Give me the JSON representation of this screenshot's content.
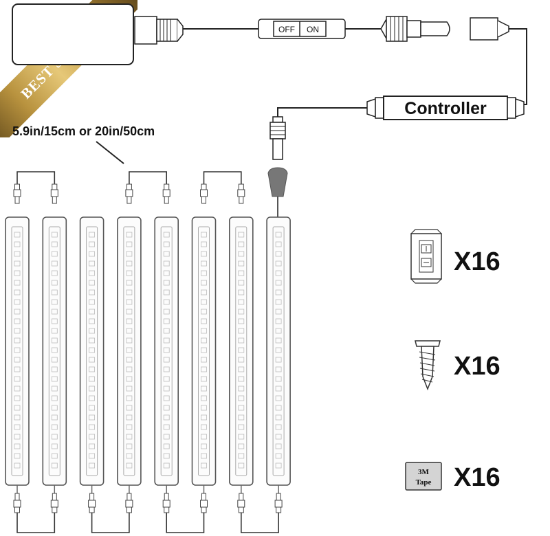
{
  "badge": {
    "text": "BEST SELLER",
    "colors": [
      "#6e5420",
      "#e6c878"
    ]
  },
  "switch": {
    "off_label": "OFF",
    "on_label": "ON"
  },
  "controller": {
    "label": "Controller"
  },
  "dimension_label": "5.9in/15cm or 20in/50cm",
  "light_bars": {
    "count": 8
  },
  "accessories": [
    {
      "name": "mounting-clip",
      "quantity": "X16"
    },
    {
      "name": "screw",
      "quantity": "X16"
    },
    {
      "name": "tape",
      "tape_text_line1": "3M",
      "tape_text_line2": "Tape",
      "quantity": "X16"
    }
  ]
}
